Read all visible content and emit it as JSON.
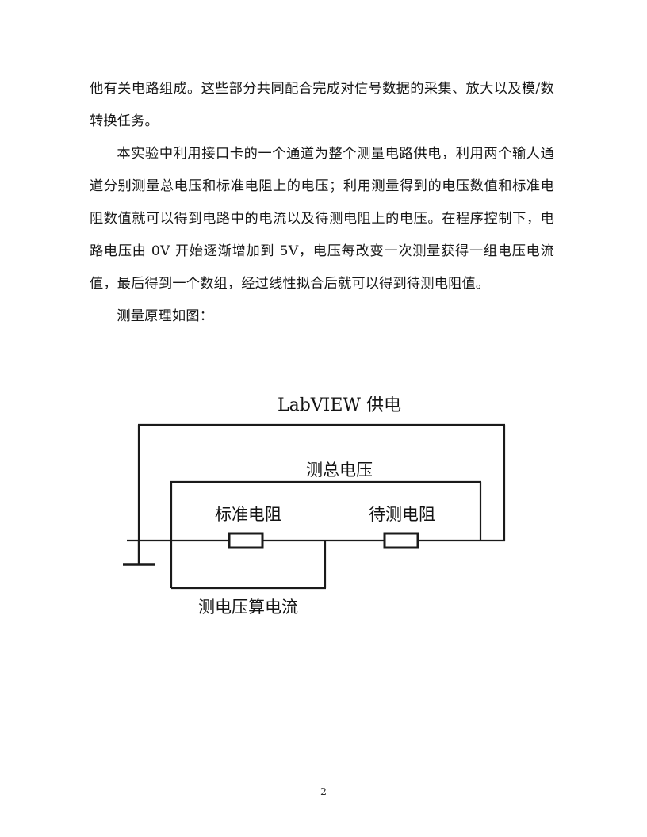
{
  "document": {
    "page_number": "2",
    "paragraphs": [
      {
        "id": "p1",
        "indent": false,
        "text": "他有关电路组成。这些部分共同配合完成对信号数据的采集、放大以及模/数转换任务。"
      },
      {
        "id": "p2",
        "indent": true,
        "text": "本实验中利用接口卡的一个通道为整个测量电路供电，利用两个输人通道分别测量总电压和标准电阻上的电压；利用测量得到的电压数值和标准电阻数值就可以得到电路中的电流以及待测电阻上的电压。在程序控制下，电路电压由 0V 开始逐渐增加到 5V，电压每改变一次测量获得一组电压电流值，最后得到一个数组，经过线性拟合后就可以得到待测电阻值。"
      },
      {
        "id": "p3",
        "indent": true,
        "text": "测量原理如图："
      }
    ]
  },
  "diagram": {
    "title": "LabVIEW 供电",
    "labels": {
      "total_voltage": "测总电压",
      "standard_resistor": "标准电阻",
      "test_resistor": "待测电阻",
      "current_measure": "测电压算电流"
    },
    "stroke_color": "#1a1a1a"
  }
}
